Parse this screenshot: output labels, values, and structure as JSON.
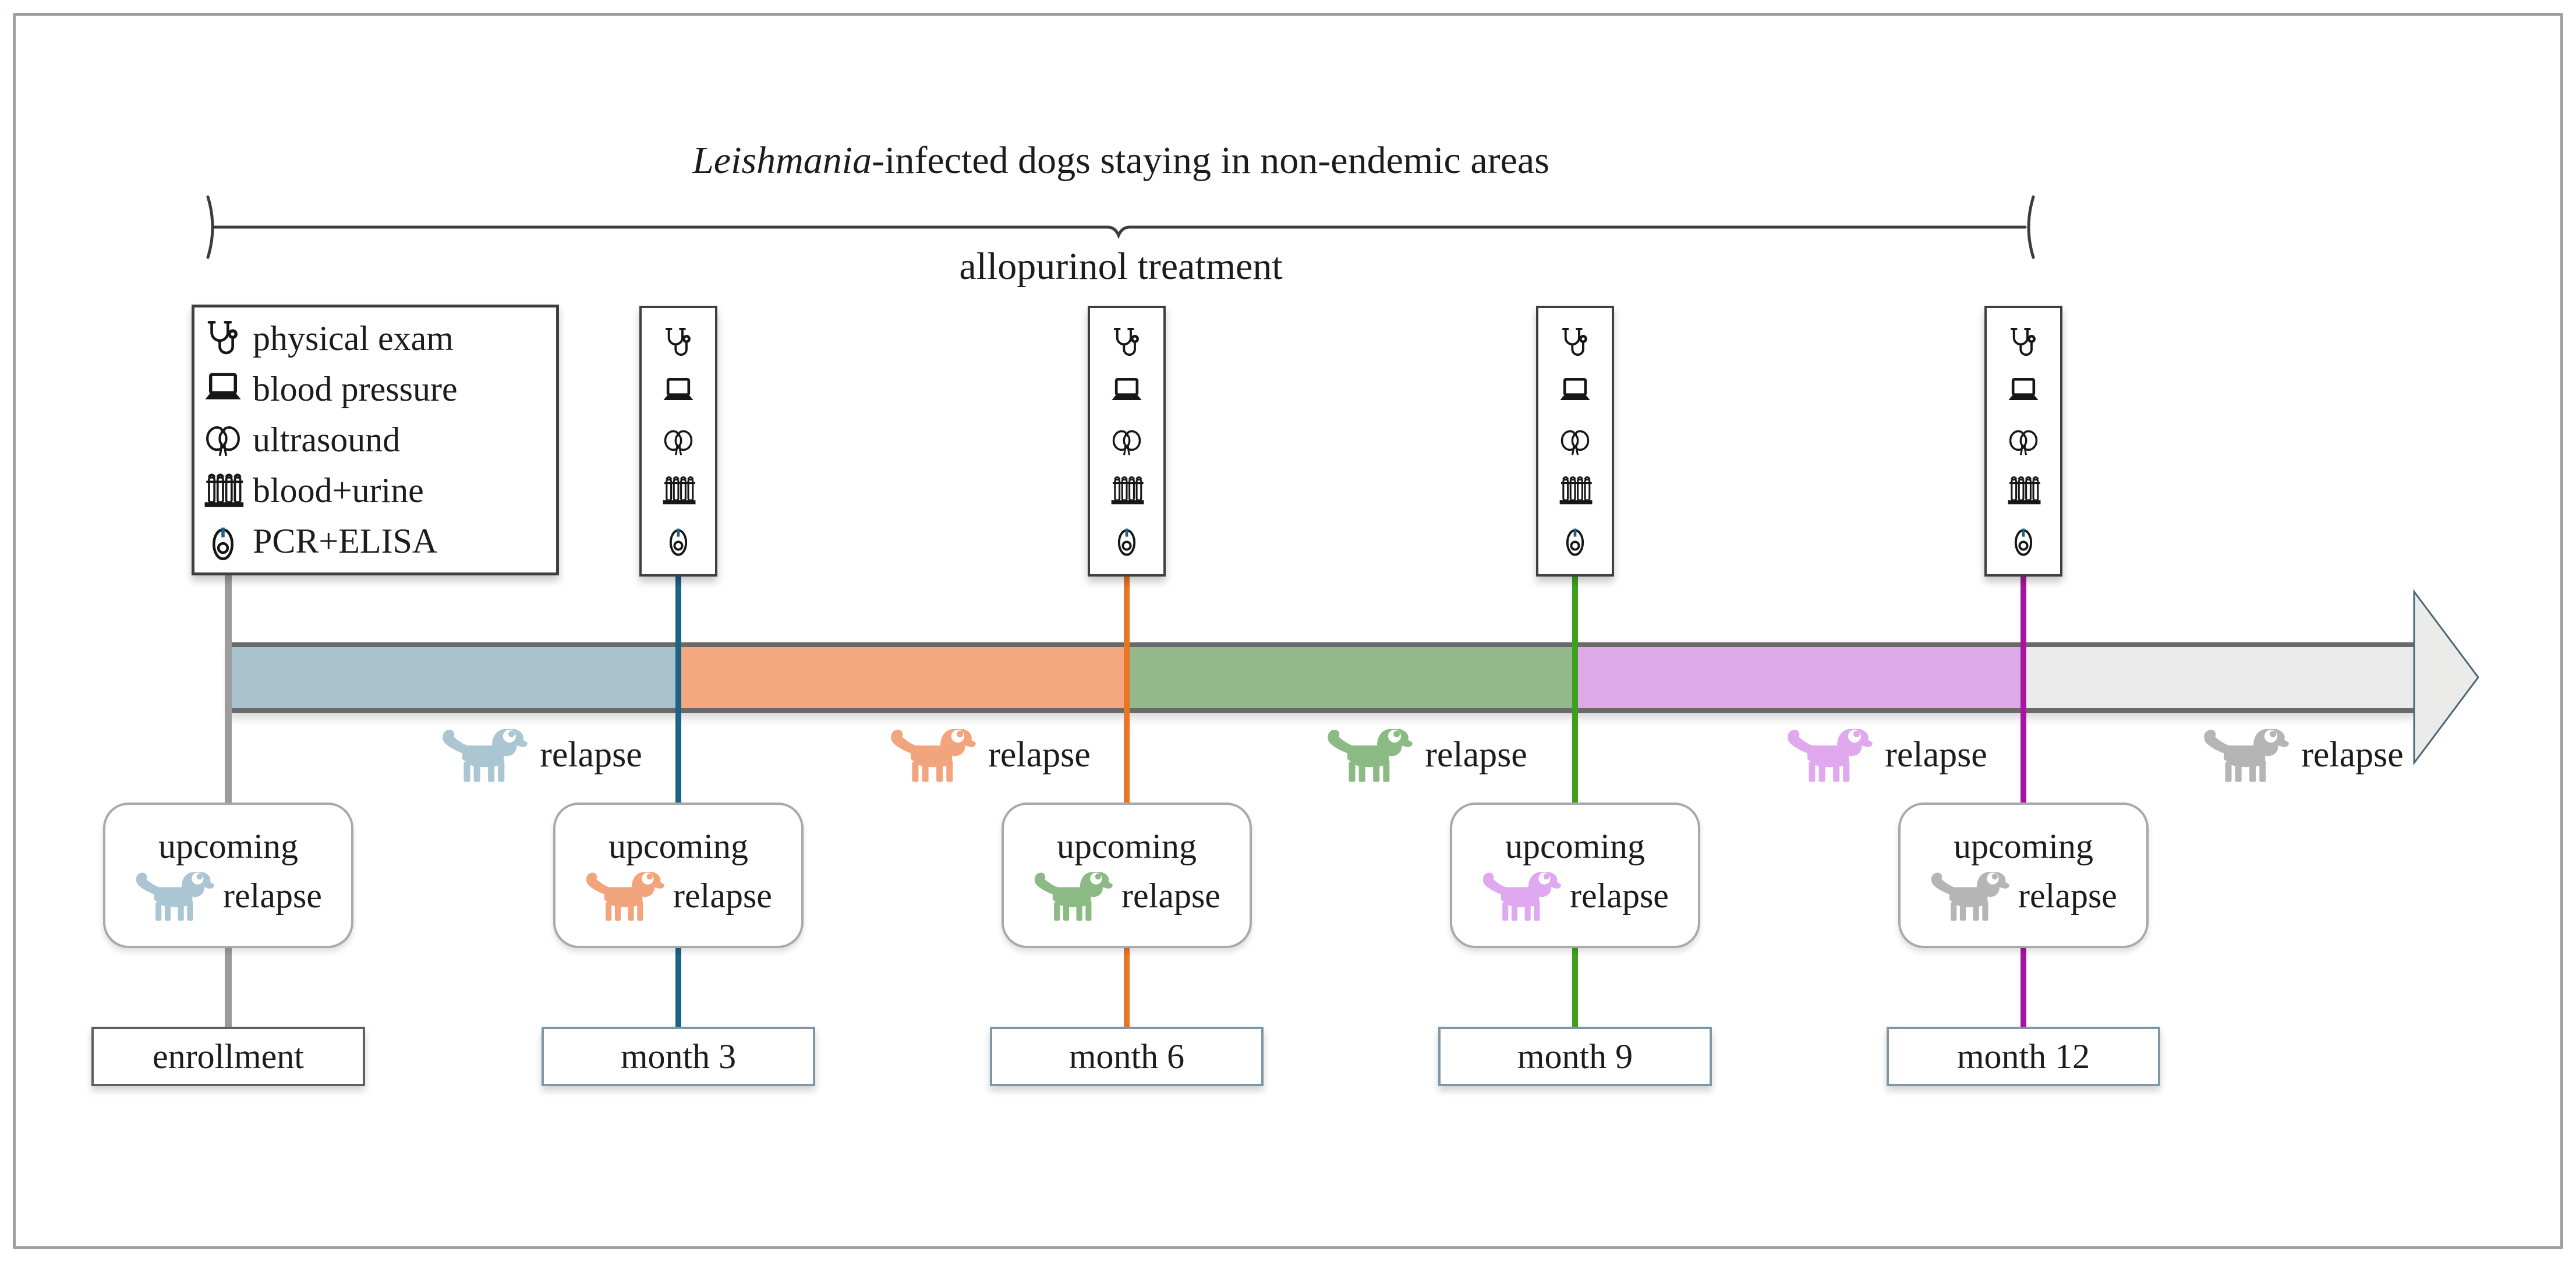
{
  "frame": {
    "border_color": "#9aa1a4"
  },
  "header": {
    "title_italic": "Leishmania",
    "title_rest": "-infected dogs staying in non-endemic areas",
    "subtitle": "allopurinol treatment",
    "brace_color": "#3c3c3c"
  },
  "legend": {
    "items": [
      {
        "icon": "stethoscope-icon",
        "label": "physical exam"
      },
      {
        "icon": "blood-pressure-monitor-icon",
        "label": "blood pressure"
      },
      {
        "icon": "kidneys-icon",
        "label": "ultrasound"
      },
      {
        "icon": "test-tube-rack-icon",
        "label": "blood+urine"
      },
      {
        "icon": "assay-icon",
        "label": "PCR+ELISA"
      }
    ],
    "assay_stem_color": "#1c6486"
  },
  "timeline": {
    "relapse_word": "relapse",
    "upcoming_word": "upcoming",
    "band_border_color": "#696969",
    "arrow_fill": "#ebece9",
    "arrow_outline": "#4a6878",
    "segments": [
      {
        "name": "enrollment to month 3",
        "band_color": "#a9c3ce",
        "dog_color": "#a9c6d2"
      },
      {
        "name": "month 3 to month 6",
        "band_color": "#f4a67d",
        "dog_color": "#f2a57d"
      },
      {
        "name": "month 6 to month 9",
        "band_color": "#92b88c",
        "dog_color": "#8cba85"
      },
      {
        "name": "month 9 to month 12",
        "band_color": "#dcaae8",
        "dog_color": "#dfa8ef"
      },
      {
        "name": "after month 12",
        "band_color": "#e9eae9",
        "dog_color": "#b5b5b5"
      }
    ]
  },
  "timepoints": [
    {
      "label": "enrollment",
      "line_color": "#9c9c9c",
      "upcoming_dog_color": "#a9c6d2",
      "label_box_border": "#5f5f5f"
    },
    {
      "label": "month 3",
      "line_color": "#1c6486",
      "upcoming_dog_color": "#f2a57d",
      "label_box_border": "#7e96a6"
    },
    {
      "label": "month 6",
      "line_color": "#e97526",
      "upcoming_dog_color": "#8cba85",
      "label_box_border": "#7e96a6"
    },
    {
      "label": "month 9",
      "line_color": "#3ea11c",
      "upcoming_dog_color": "#dfa8ef",
      "label_box_border": "#7e96a6"
    },
    {
      "label": "month 12",
      "line_color": "#a515a0",
      "upcoming_dog_color": "#b5b5b5",
      "label_box_border": "#7e96a6"
    }
  ]
}
